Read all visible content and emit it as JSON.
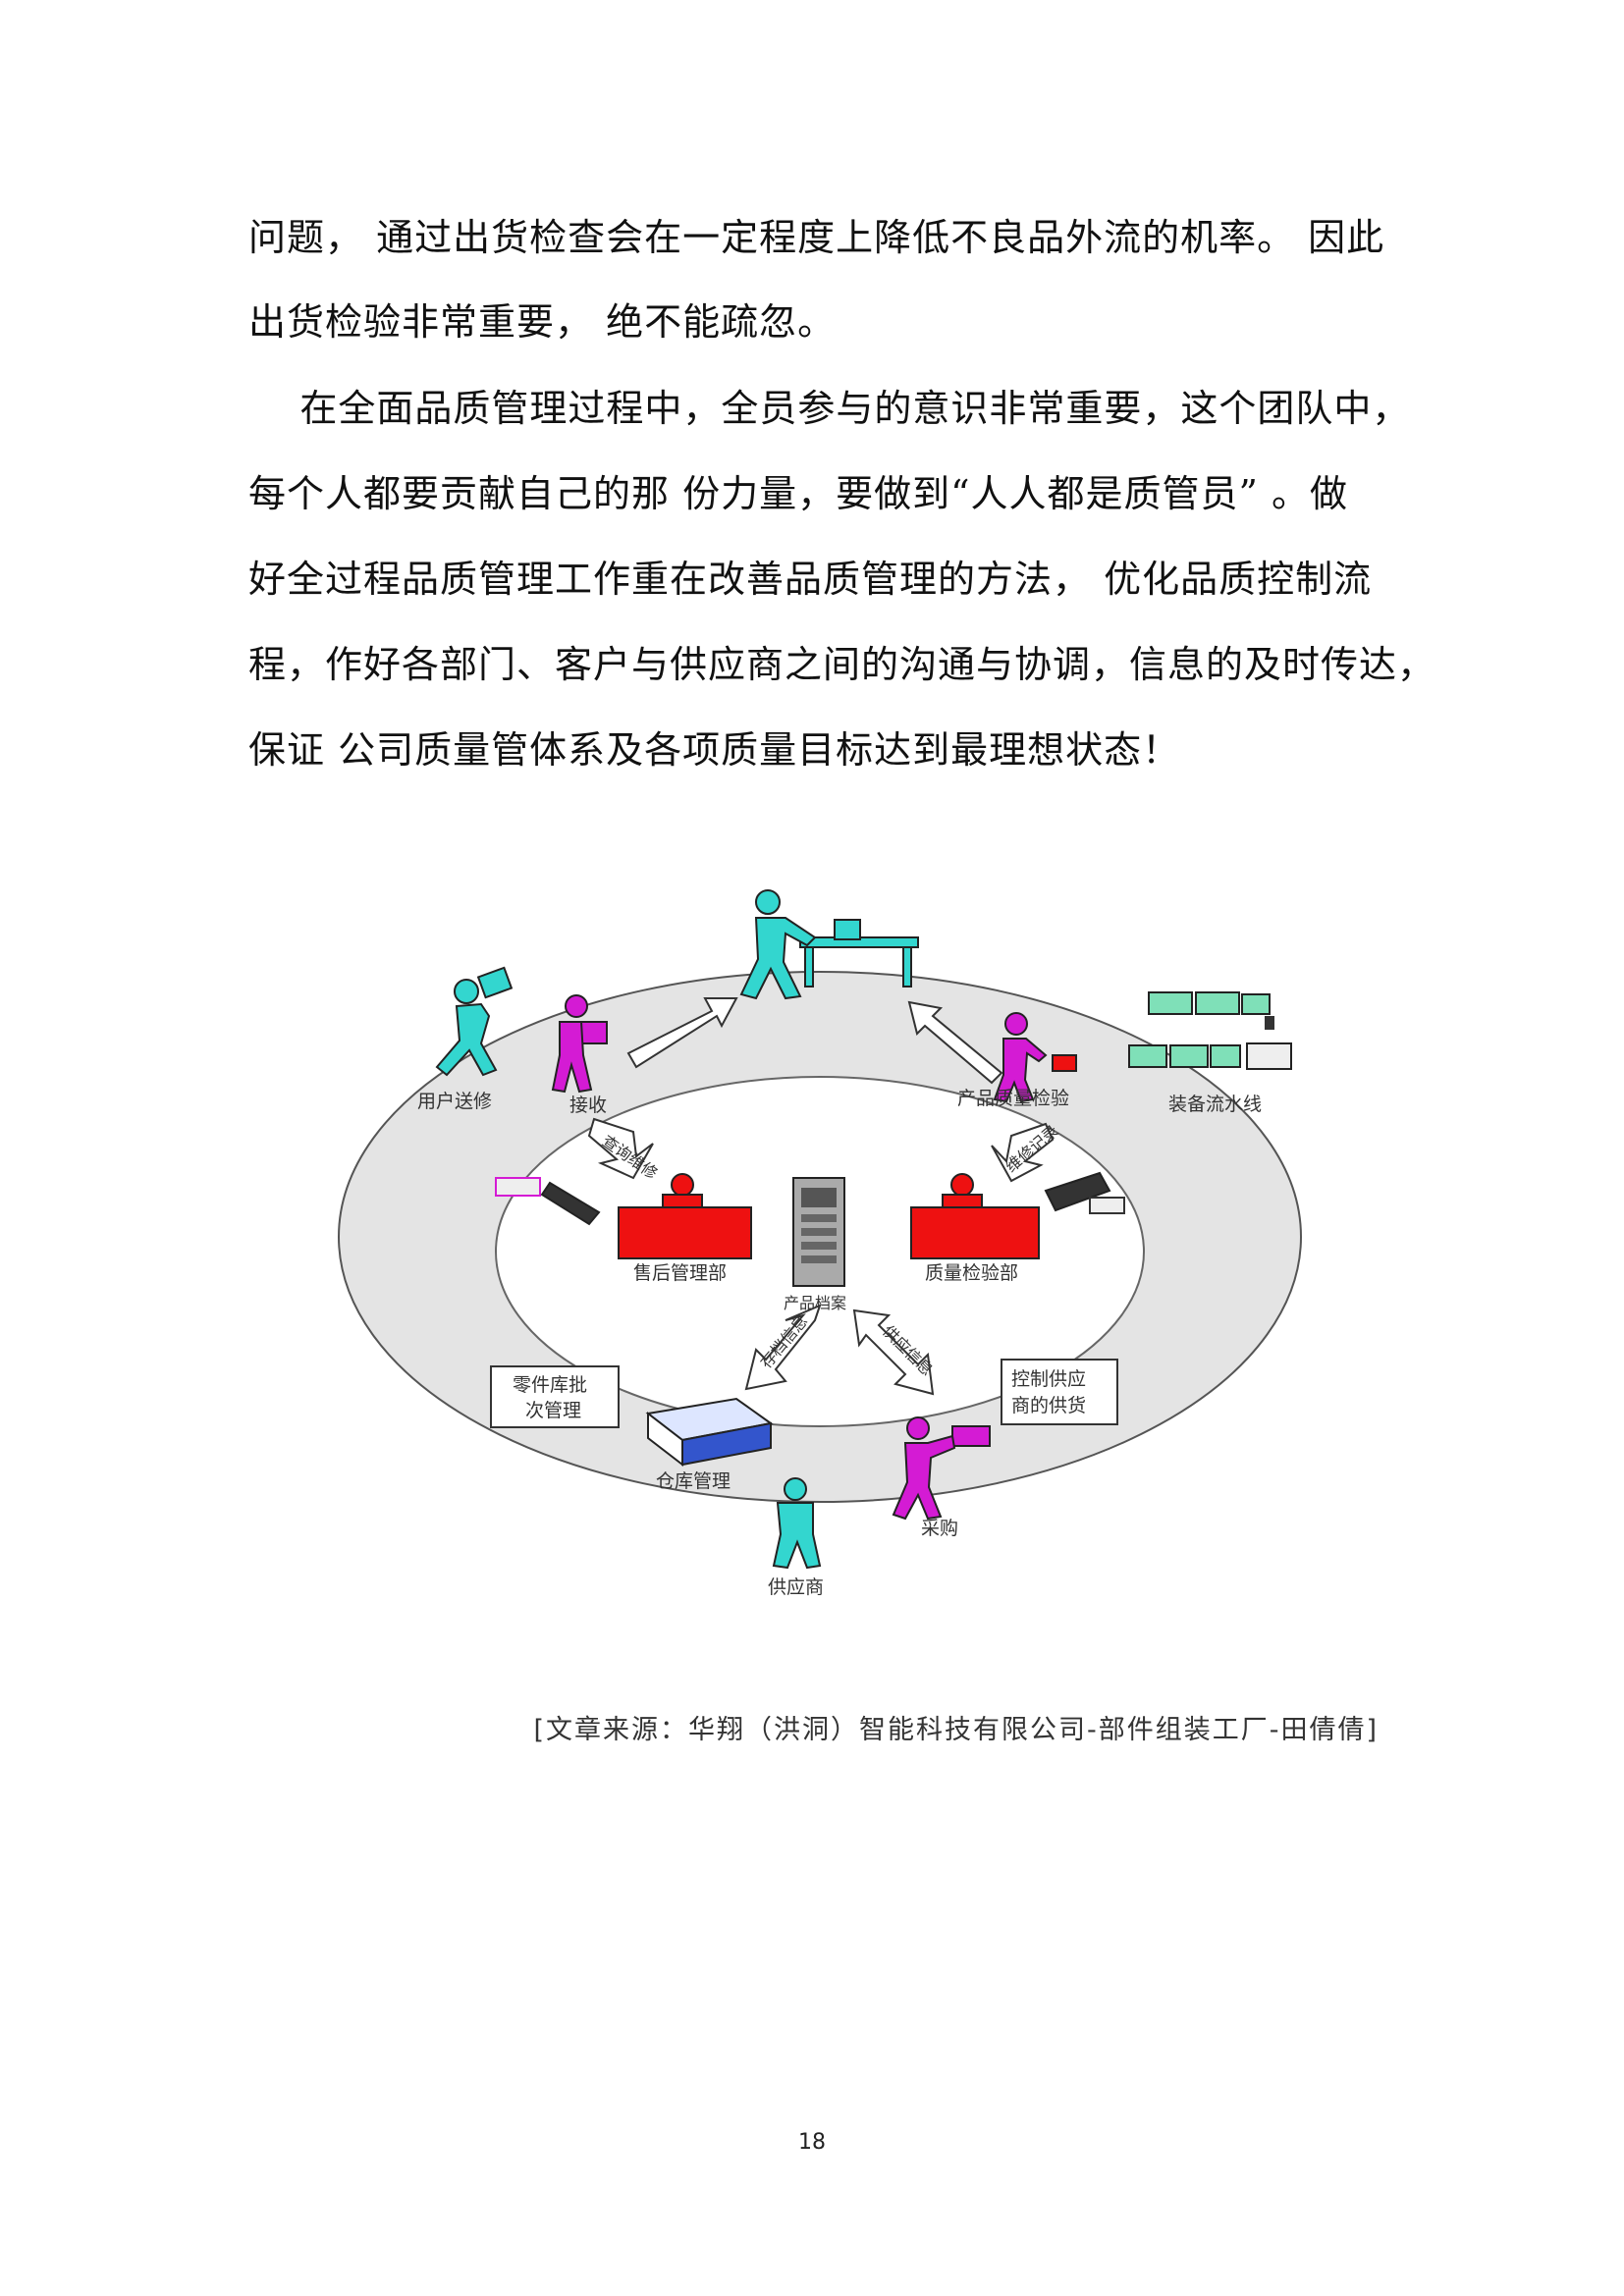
{
  "body": {
    "lines": [
      "问题， 通过出货检查会在一定程度上降低不良品外流的机率。 因此",
      "出货检验非常重要， 绝不能疏忽。",
      "    在全面品质管理过程中，全员参与的意识非常重要，这个团队中，",
      "每个人都要贡献自己的那 份力量，要做到“人人都是质管员” 。做",
      "好全过程品质管理工作重在改善品质管理的方法， 优化品质控制流",
      "程，作好各部门、客户与供应商之间的沟通与协调，信息的及时传达，",
      "保证 公司质量管体系及各项质量目标达到最理想状态！"
    ]
  },
  "figure": {
    "labels": {
      "user_repair": "用户送修",
      "receive": "接收",
      "quality_check": "产品质量检验",
      "assembly_line": "装备流水线",
      "after_sales": "售后管理部",
      "qc_dept": "质量检验部",
      "product_archive": "产品档案",
      "parts_batch_line1": "零件库批",
      "parts_batch_line2": "次管理",
      "supplier_ctrl_line1": "控制供应",
      "supplier_ctrl_line2": "商的供货",
      "warehouse": "仓库管理",
      "purchase": "采购",
      "supplier": "供应商",
      "arrow_left": "查询维修",
      "arrow_right": "维修记录",
      "arrow_bottom_left": "存档信息",
      "arrow_bottom_right": "供应信息"
    },
    "colors": {
      "cyan": "#33d6cf",
      "magenta": "#d41bd4",
      "red": "#ee1111",
      "ring": "#e2e2e2",
      "green": "#7fe0b8"
    }
  },
  "source": "[文章来源：华翔（洪洞）智能科技有限公司-部件组装工厂-田倩倩]",
  "page_number": "18"
}
